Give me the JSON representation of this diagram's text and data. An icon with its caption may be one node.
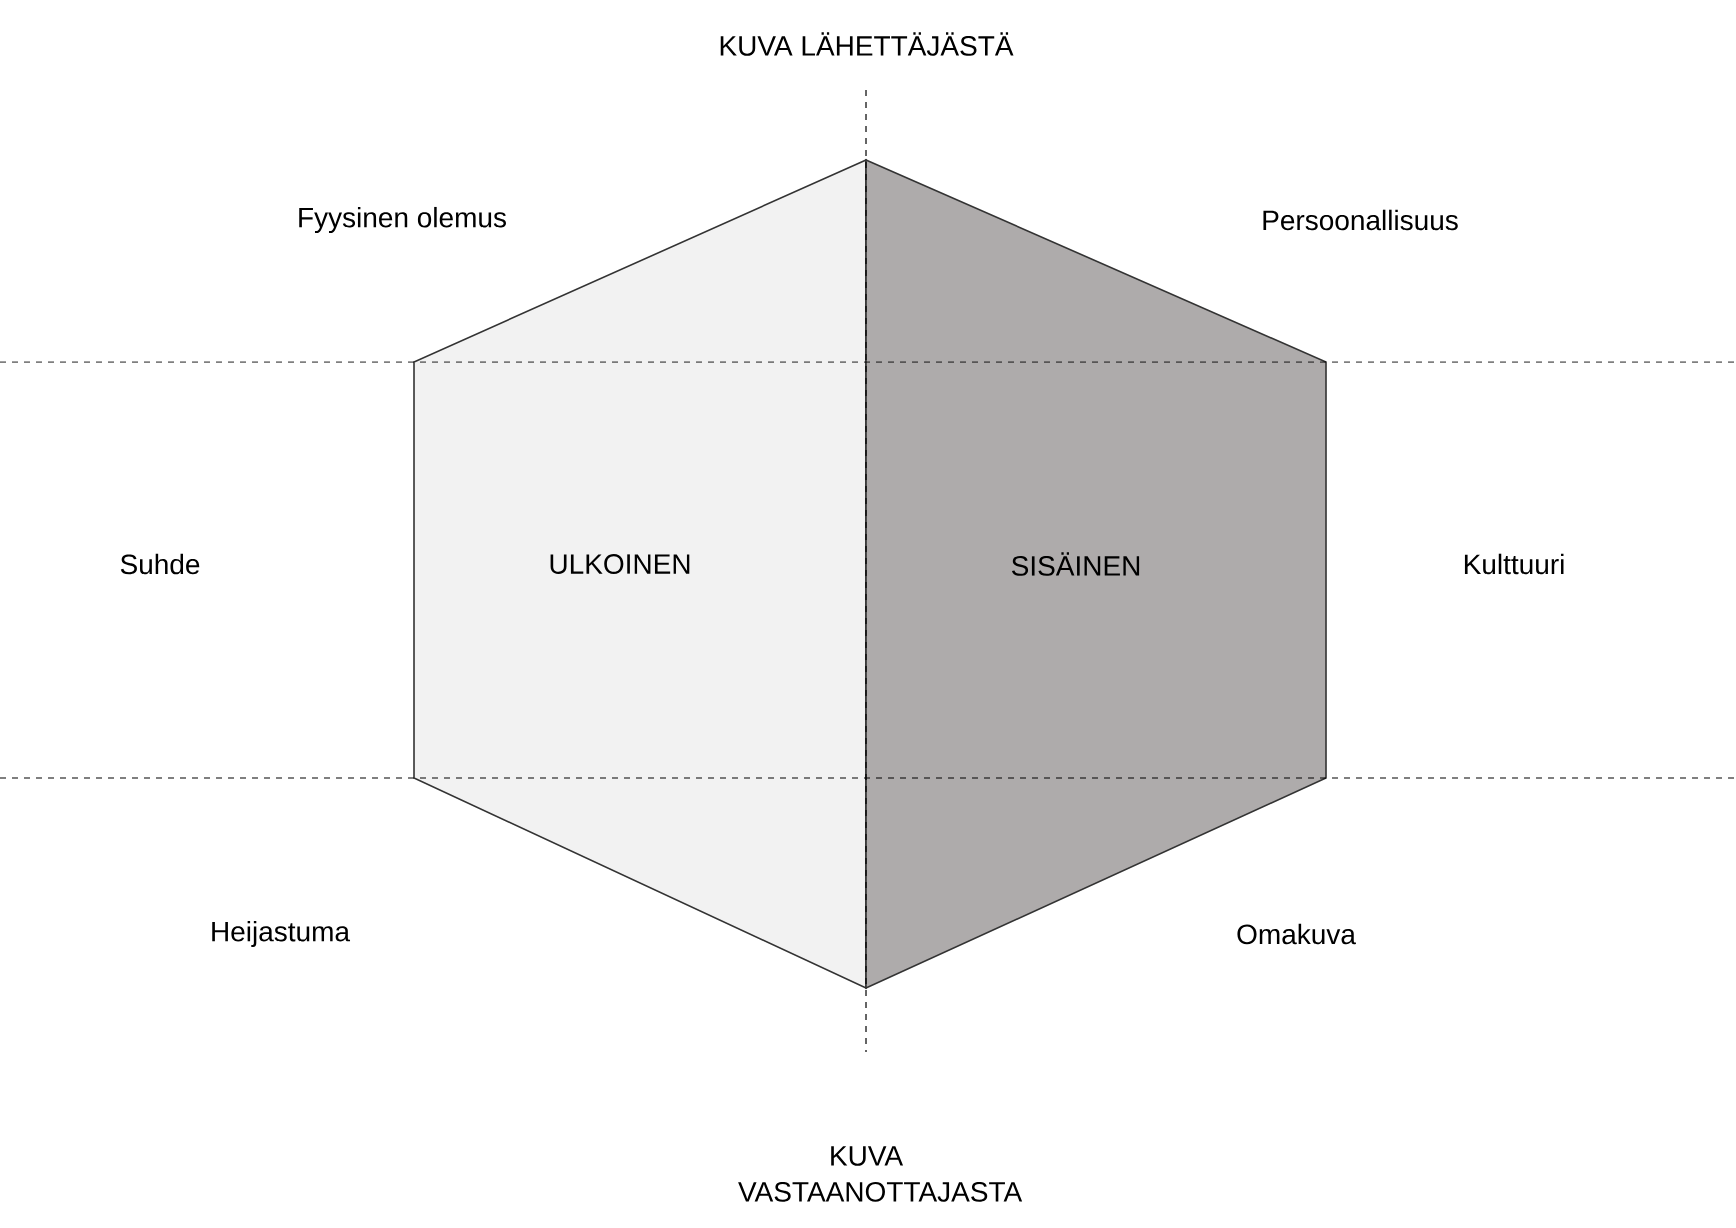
{
  "diagram": {
    "nodes": [
      {
        "text": [
          "ULKOINEN"
        ]
      },
      {
        "text": [
          "SISÄINEN"
        ]
      }
    ],
    "labels": [
      "KUVA LÄHETTÄJÄSTÄ",
      "Fyysinen olemus",
      "Persoonallisuus",
      "Suhde",
      "Kulttuuri",
      "Heijastuma",
      "Omakuva",
      "KUVA VASTAANOTTAJASTA"
    ]
  }
}
